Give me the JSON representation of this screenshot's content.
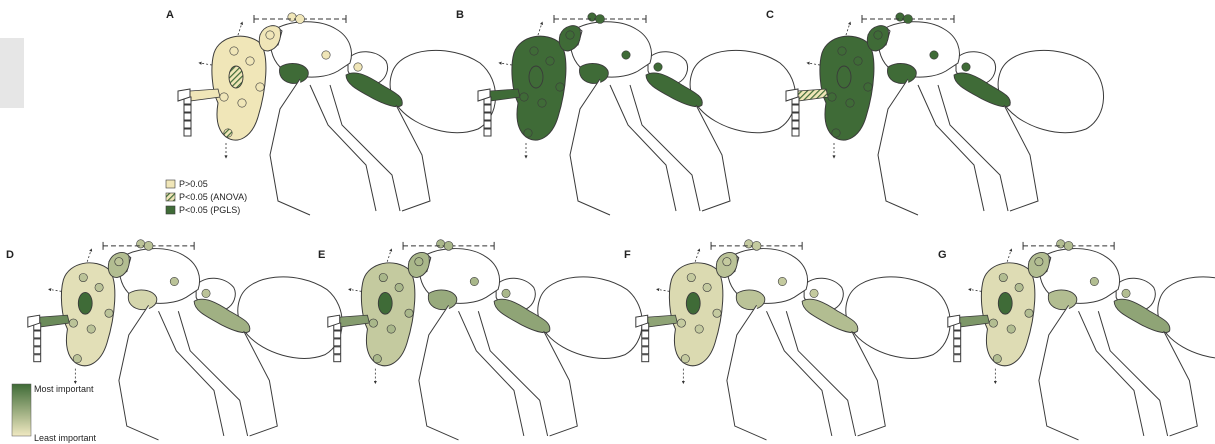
{
  "panels": [
    {
      "letter": "A",
      "scheme": "significance"
    },
    {
      "letter": "B",
      "scheme": "significance"
    },
    {
      "letter": "C",
      "scheme": "significance"
    },
    {
      "letter": "D",
      "scheme": "importance"
    },
    {
      "letter": "E",
      "scheme": "importance"
    },
    {
      "letter": "F",
      "scheme": "importance"
    },
    {
      "letter": "G",
      "scheme": "importance"
    }
  ],
  "legend_significance": [
    {
      "label": "P>0.05",
      "swatch": "light"
    },
    {
      "label": "P<0.05 (ANOVA)",
      "swatch": "hatched"
    },
    {
      "label": "P<0.05 (PGLS)",
      "swatch": "dark"
    }
  ],
  "legend_importance": {
    "top_label": "Most important",
    "bottom_label": "Least important"
  },
  "colors": {
    "not_significant": "#f0e6b8",
    "significant_pgls": "#3f6b37",
    "importance_high": "#3f6b37",
    "importance_low": "#f0e9c2",
    "outline": "#3a3a3a"
  }
}
